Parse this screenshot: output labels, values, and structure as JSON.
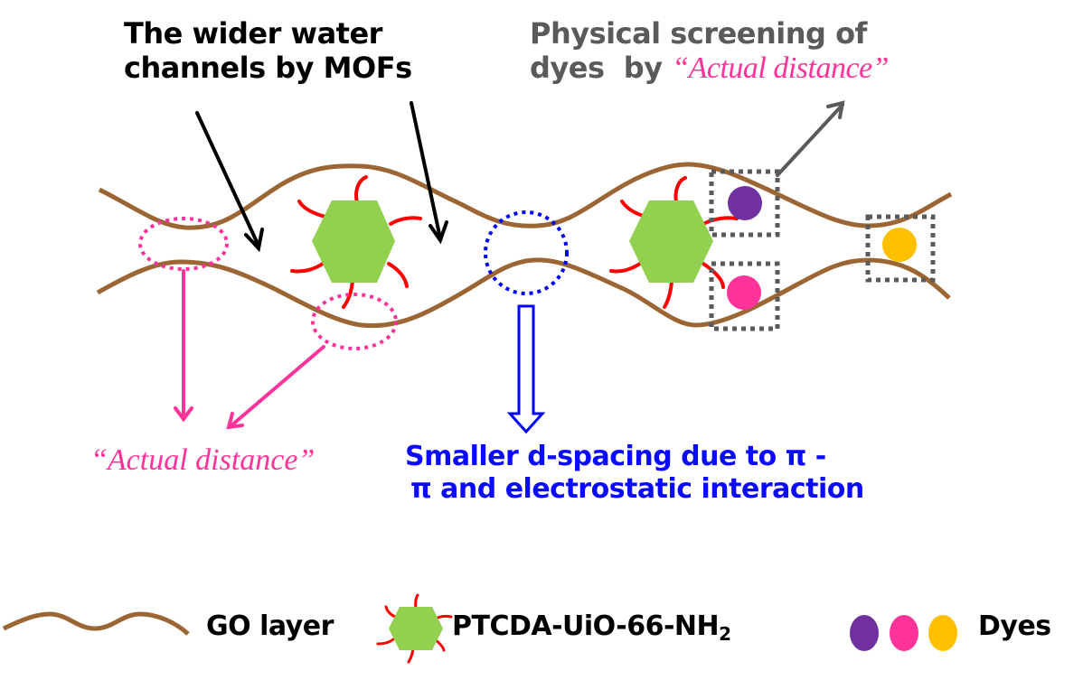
{
  "diagram": {
    "callouts": {
      "wider_channels": [
        "The wider water",
        "channels by MOFs"
      ],
      "physical_screening_line1": "Physical screening of",
      "physical_screening_line2_prefix": "dyes  by ",
      "physical_screening_quote": "“Actual distance”",
      "actual_distance_left": "“Actual distance”",
      "smaller_spacing": [
        "Smaller d-spacing due to  π -",
        "π  and electrostatic interaction"
      ]
    },
    "legend": {
      "go_layer": "GO layer",
      "mof_prefix": "PTCDA-UiO-66-NH",
      "mof_subscript": "2",
      "dyes": "Dyes"
    },
    "colors": {
      "go_layer": "#9b6534",
      "mof_hexagon": "#92d050",
      "mof_arms": "#ff0000",
      "dye_purple": "#7030a0",
      "dye_pink": "#ff3399",
      "dye_yellow": "#ffc000",
      "actual_distance": "#ff3399",
      "spacing_blue": "#0a0aff",
      "screening_gray": "#5a5a5a"
    }
  }
}
